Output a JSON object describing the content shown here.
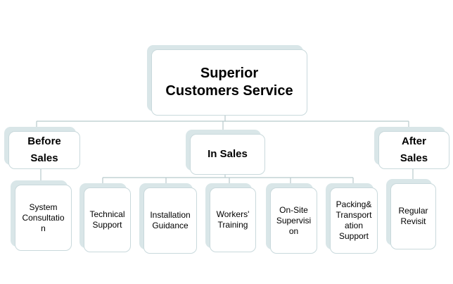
{
  "diagram": {
    "root": {
      "label": "Superior\nCustomers  Service"
    },
    "categories": [
      {
        "id": "before",
        "label": "Before\nSales",
        "children": [
          "System\nConsultatio\nn"
        ]
      },
      {
        "id": "in",
        "label": "In  Sales",
        "children": [
          "Technical\nSupport",
          "Installation\nGuidance",
          "Workers'\nTraining",
          "On-Site\nSupervisi\non",
          "Packing&\nTransport\nation\nSupport"
        ]
      },
      {
        "id": "after",
        "label": "After\nSales",
        "children": [
          "Regular\nRevisit"
        ]
      }
    ]
  },
  "colors": {
    "box_border": "#c9d9dc",
    "box_shadow": "#d9e6e8",
    "connector": "#b7c9cc"
  }
}
